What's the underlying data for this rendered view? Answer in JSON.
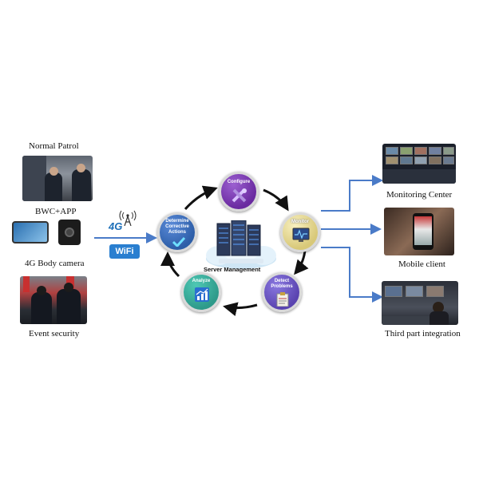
{
  "left": {
    "normal_patrol": "Normal Patrol",
    "bwc_app": "BWC+APP",
    "body_camera": "4G Body camera",
    "event_security": "Event security"
  },
  "links": {
    "cellular": "4G",
    "wifi": "WiFi"
  },
  "cycle": {
    "configure": "Configure",
    "monitor": "Monitor",
    "detect": "Detect Problems",
    "analyze": "Analyze",
    "determine": "Determine Corrective Actions"
  },
  "center": {
    "server": "Server Management"
  },
  "right": {
    "monitoring_center": "Monitoring Center",
    "mobile_client": "Mobile client",
    "third_party": "Third part integration"
  },
  "colors": {
    "arrow_blue": "#4a7bc8",
    "configure": "#6a2aa0",
    "monitor": "#e8d88a",
    "detect": "#5a44b0",
    "analyze": "#2e9a8a",
    "determine": "#2d5ea8"
  },
  "icons": {
    "configure": "tools-icon",
    "monitor": "monitor-icon",
    "detect": "clipboard-icon",
    "analyze": "chart-up-icon",
    "determine": "checkmark-icon",
    "server": "server-rack-icon",
    "cellular": "signal-tower-icon"
  }
}
